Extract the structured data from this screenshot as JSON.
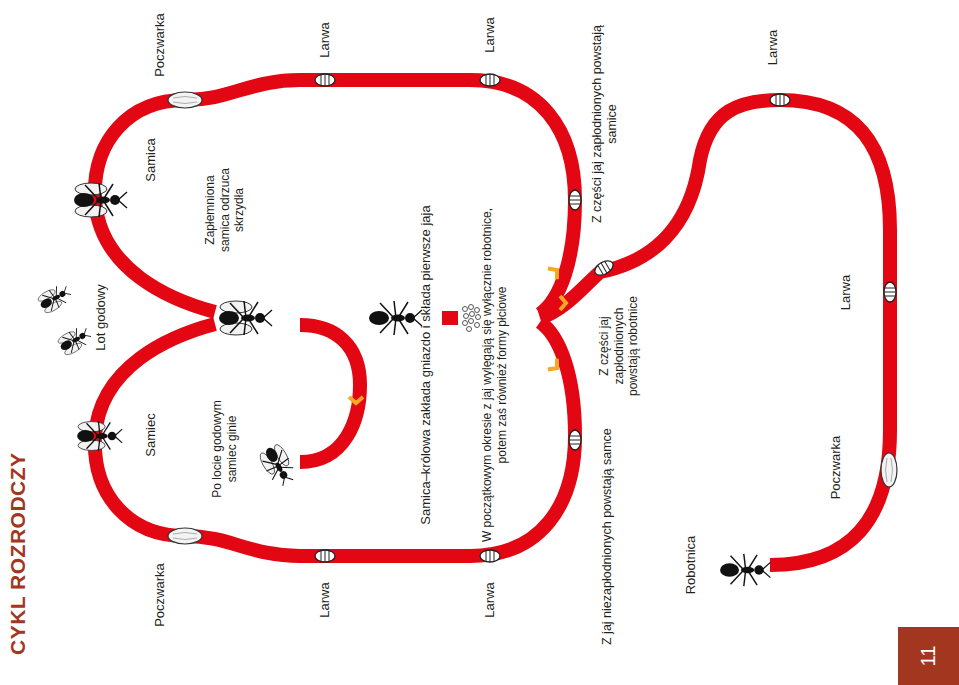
{
  "diagram": {
    "title": "CYKL ROZRODCZY",
    "nodes": [
      {
        "text": [
          "11"
        ]
      }
    ],
    "labels": [
      "Poczwarka",
      "Samica",
      "Lot godowy",
      "Samiec",
      "Poczwarka",
      "Zapłemniona samica odrzuca skrzydła",
      "Po locie godowym samiec ginie",
      "Larwa",
      "Larwa",
      "Samica–królowa zakłada gniazdo i składa pierwsze jaja",
      "W początkowym okresie z jaj wylęgają się wyłącznie robotnice, potem zaś również formy płciowe",
      "Larwa",
      "Larwa",
      "Z jaj niezapłodnionych powstają samce",
      "Z części jaj zapłodnionych powstają robotnice",
      "Z części jaj zapłodnionych powstają samice",
      "Robotnica",
      "Larwa",
      "Poczwarka",
      "Larwa"
    ]
  }
}
